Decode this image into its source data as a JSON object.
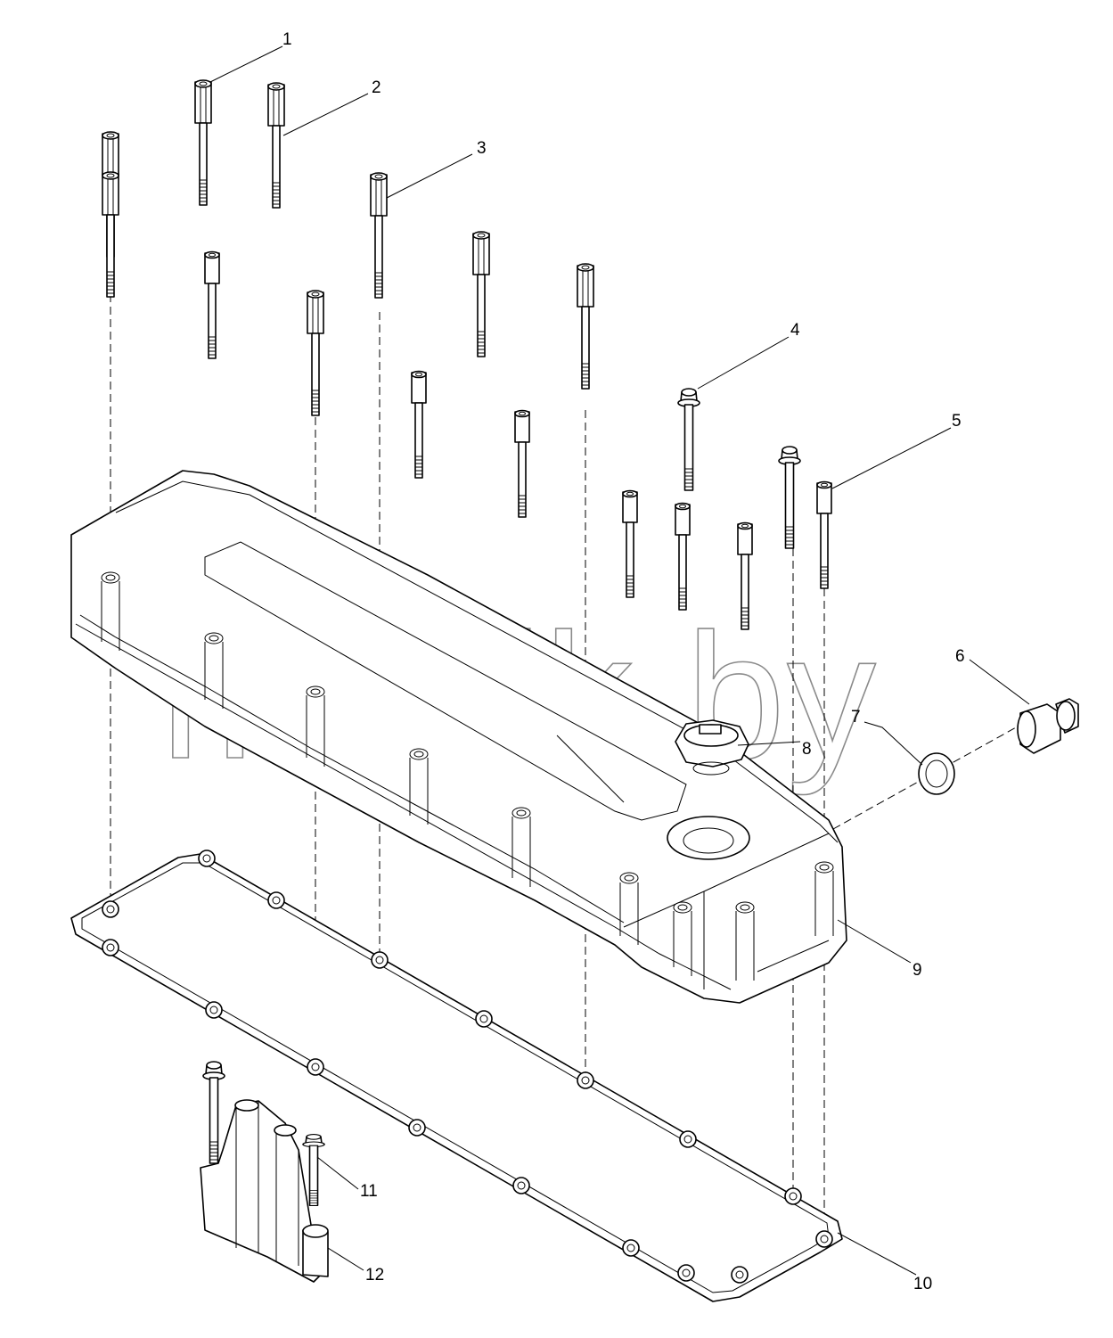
{
  "watermark": "mazik.by",
  "callouts": [
    {
      "id": "1",
      "label": "1"
    },
    {
      "id": "2",
      "label": "2"
    },
    {
      "id": "3",
      "label": "3"
    },
    {
      "id": "4",
      "label": "4"
    },
    {
      "id": "5",
      "label": "5"
    },
    {
      "id": "6",
      "label": "6"
    },
    {
      "id": "7",
      "label": "7"
    },
    {
      "id": "8",
      "label": "8"
    },
    {
      "id": "9",
      "label": "9"
    },
    {
      "id": "10",
      "label": "10"
    },
    {
      "id": "11",
      "label": "11"
    },
    {
      "id": "12",
      "label": "12"
    }
  ]
}
